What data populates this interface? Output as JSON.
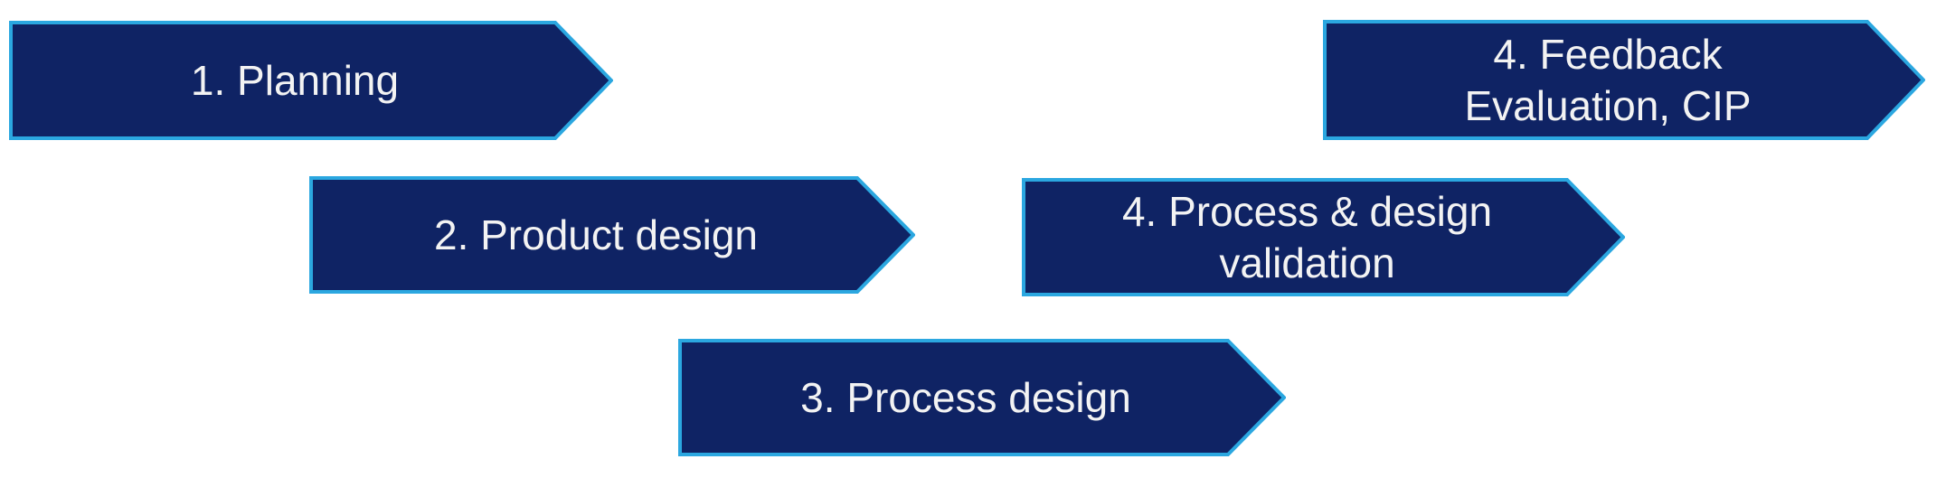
{
  "diagram": {
    "type": "process-flow-arrows",
    "steps": [
      {
        "id": "planning",
        "lines": [
          "1. Planning"
        ]
      },
      {
        "id": "feedback-evaluation-cip",
        "lines": [
          "4. Feedback",
          "Evaluation, CIP"
        ]
      },
      {
        "id": "product-design",
        "lines": [
          "2. Product design"
        ]
      },
      {
        "id": "process-design-validation",
        "lines": [
          "4. Process & design",
          "validation"
        ]
      },
      {
        "id": "process-design",
        "lines": [
          "3. Process design"
        ]
      }
    ]
  },
  "theme": {
    "arrow_fill": "#0F2364",
    "arrow_border": "#2BA7E0",
    "text_color": "#F3F3F3",
    "page_bg": "#FFFFFF"
  }
}
